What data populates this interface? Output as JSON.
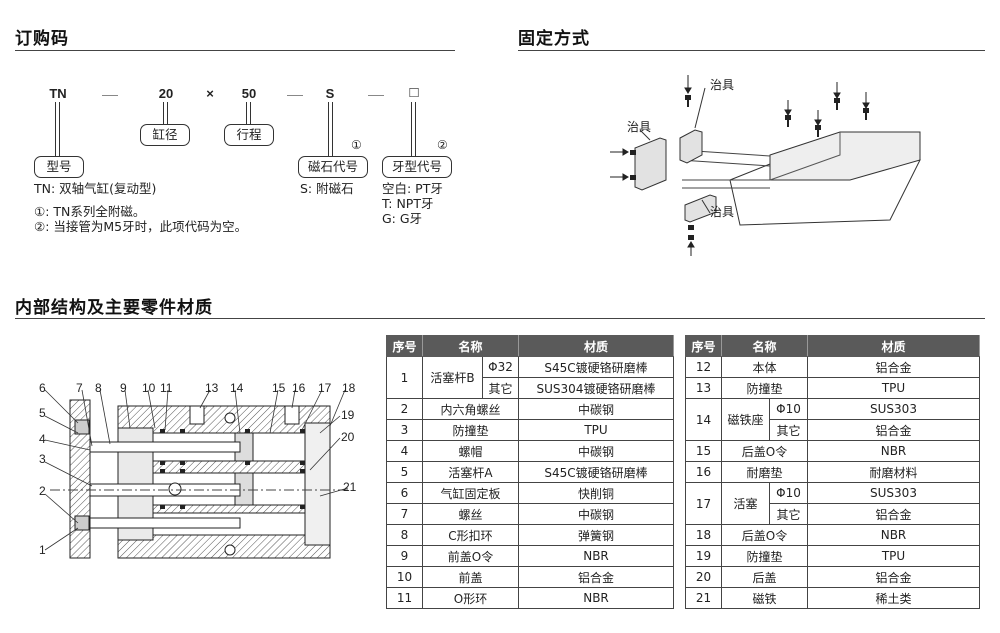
{
  "sections": {
    "order_code": "订购码",
    "mounting": "固定方式",
    "internal": "内部结构及主要零件材质"
  },
  "order": {
    "segments": [
      "TN",
      "20",
      "50",
      "S"
    ],
    "box_symbol": "□",
    "times": "×",
    "labels": {
      "bore": "缸径",
      "stroke": "行程",
      "model": "型号",
      "magnet": "磁石代号",
      "thread": "牙型代号"
    },
    "circ1": "①",
    "circ2": "②",
    "model_desc": "TN: 双轴气缸(复动型)",
    "magnet_desc": "S: 附磁石",
    "thread_options": [
      "空白: PT牙",
      "T: NPT牙",
      "G: G牙"
    ],
    "notes": [
      "①: TN系列全附磁。",
      "②: 当接管为M5牙时，此项代码为空。"
    ]
  },
  "mount": {
    "jig_label": "治具"
  },
  "parts_header": {
    "no": "序号",
    "name": "名称",
    "material": "材质"
  },
  "parts_left": [
    {
      "no": "1",
      "name": "活塞杆B",
      "sub": "Φ32",
      "material": "S45C镀硬铬研磨棒"
    },
    {
      "sub": "其它",
      "material": "SUS304镀硬铬研磨棒"
    },
    {
      "no": "2",
      "name": "内六角螺丝",
      "material": "中碳钢"
    },
    {
      "no": "3",
      "name": "防撞垫",
      "material": "TPU"
    },
    {
      "no": "4",
      "name": "螺帽",
      "material": "中碳钢"
    },
    {
      "no": "5",
      "name": "活塞杆A",
      "material": "S45C镀硬铬研磨棒"
    },
    {
      "no": "6",
      "name": "气缸固定板",
      "material": "快削铜"
    },
    {
      "no": "7",
      "name": "螺丝",
      "material": "中碳钢"
    },
    {
      "no": "8",
      "name": "C形扣环",
      "material": "弹簧钢"
    },
    {
      "no": "9",
      "name": "前盖O令",
      "material": "NBR"
    },
    {
      "no": "10",
      "name": "前盖",
      "material": "铝合金"
    },
    {
      "no": "11",
      "name": "O形环",
      "material": "NBR"
    }
  ],
  "parts_right": [
    {
      "no": "12",
      "name": "本体",
      "material": "铝合金"
    },
    {
      "no": "13",
      "name": "防撞垫",
      "material": "TPU"
    },
    {
      "no": "14",
      "name": "磁铁座",
      "sub": "Φ10",
      "material": "SUS303"
    },
    {
      "sub": "其它",
      "material": "铝合金"
    },
    {
      "no": "15",
      "name": "后盖O令",
      "material": "NBR"
    },
    {
      "no": "16",
      "name": "耐磨垫",
      "material": "耐磨材料"
    },
    {
      "no": "17",
      "name": "活塞",
      "sub": "Φ10",
      "material": "SUS303"
    },
    {
      "sub": "其它",
      "material": "铝合金"
    },
    {
      "no": "18",
      "name": "后盖O令",
      "material": "NBR"
    },
    {
      "no": "19",
      "name": "防撞垫",
      "material": "TPU"
    },
    {
      "no": "20",
      "name": "后盖",
      "material": "铝合金"
    },
    {
      "no": "21",
      "name": "磁铁",
      "material": "稀土类"
    }
  ],
  "callouts_top": [
    "6",
    "7",
    "8",
    "9",
    "10",
    "11",
    "13",
    "14",
    "15",
    "16",
    "17",
    "18"
  ],
  "callouts_left": [
    "5",
    "4",
    "3",
    "2",
    "1"
  ],
  "callouts_right": [
    "19",
    "20",
    "21"
  ]
}
